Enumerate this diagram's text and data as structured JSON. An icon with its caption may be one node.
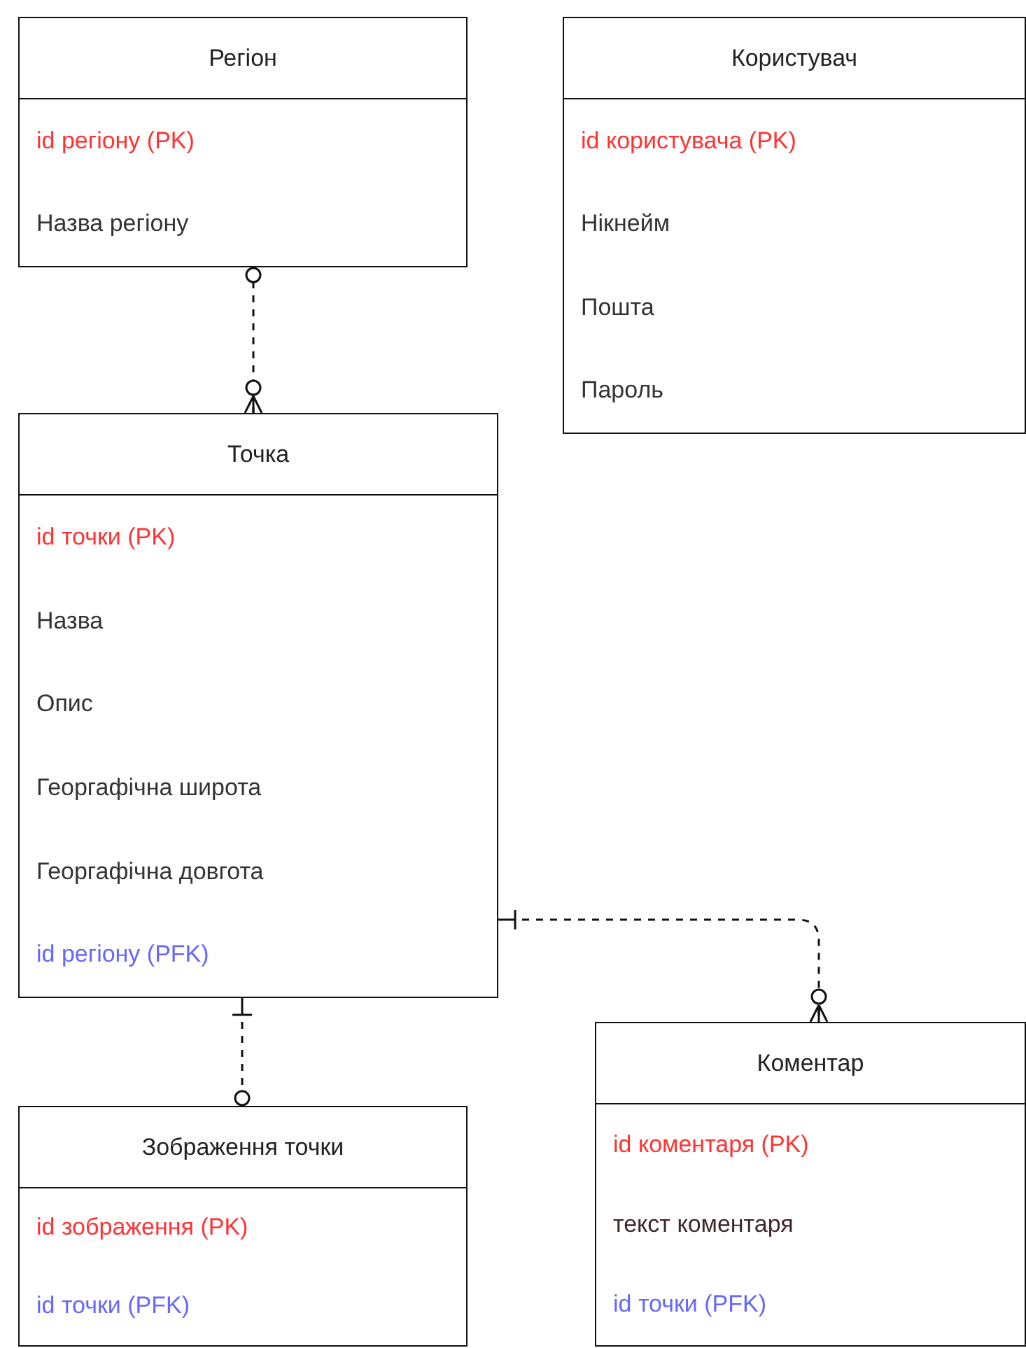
{
  "diagram": {
    "nodes": [
      {
        "text": [
          "Регіон"
        ]
      },
      {
        "text": [
          "id регіону (PK)"
        ],
        "in": 0
      },
      {
        "text": [
          "Назва регіону"
        ],
        "in": 0
      },
      {
        "text": [
          "Користувач"
        ]
      },
      {
        "text": [
          "id користувача (PK)"
        ],
        "in": 3
      },
      {
        "text": [
          "Нікнейм"
        ],
        "in": 3
      },
      {
        "text": [
          "Пошта"
        ],
        "in": 3
      },
      {
        "text": [
          "Пароль"
        ],
        "in": 3
      },
      {
        "text": [
          "Точка"
        ]
      },
      {
        "text": [
          "id точки (PK)"
        ],
        "in": 8
      },
      {
        "text": [
          "Назва"
        ],
        "in": 8
      },
      {
        "text": [
          "Опис"
        ],
        "in": 8
      },
      {
        "text": [
          "Георгафічна широта"
        ],
        "in": 8
      },
      {
        "text": [
          "Георгафічна довгота"
        ],
        "in": 8
      },
      {
        "text": [
          "id регіону (PFK)"
        ],
        "in": 8
      },
      {
        "text": [
          "Зображення точки"
        ]
      },
      {
        "text": [
          "id зображення (PK)"
        ],
        "in": 15
      },
      {
        "text": [
          "id точки (PFK)"
        ],
        "in": 15
      },
      {
        "text": [
          "Коментар"
        ]
      },
      {
        "text": [
          "id коментаря (PK)"
        ],
        "in": 18
      },
      {
        "text": [
          "текст коментаря"
        ],
        "in": 18
      },
      {
        "text": [
          "id точки (PFK)"
        ],
        "in": 18
      }
    ],
    "edges": [
      {
        "from": 0,
        "to": 8,
        "arrow": "other",
        "style": "dashed"
      },
      {
        "from": 8,
        "to": 15,
        "arrow": "other",
        "style": "dashed"
      },
      {
        "from": 8,
        "to": 18,
        "arrow": "other",
        "style": "dashed"
      }
    ]
  }
}
